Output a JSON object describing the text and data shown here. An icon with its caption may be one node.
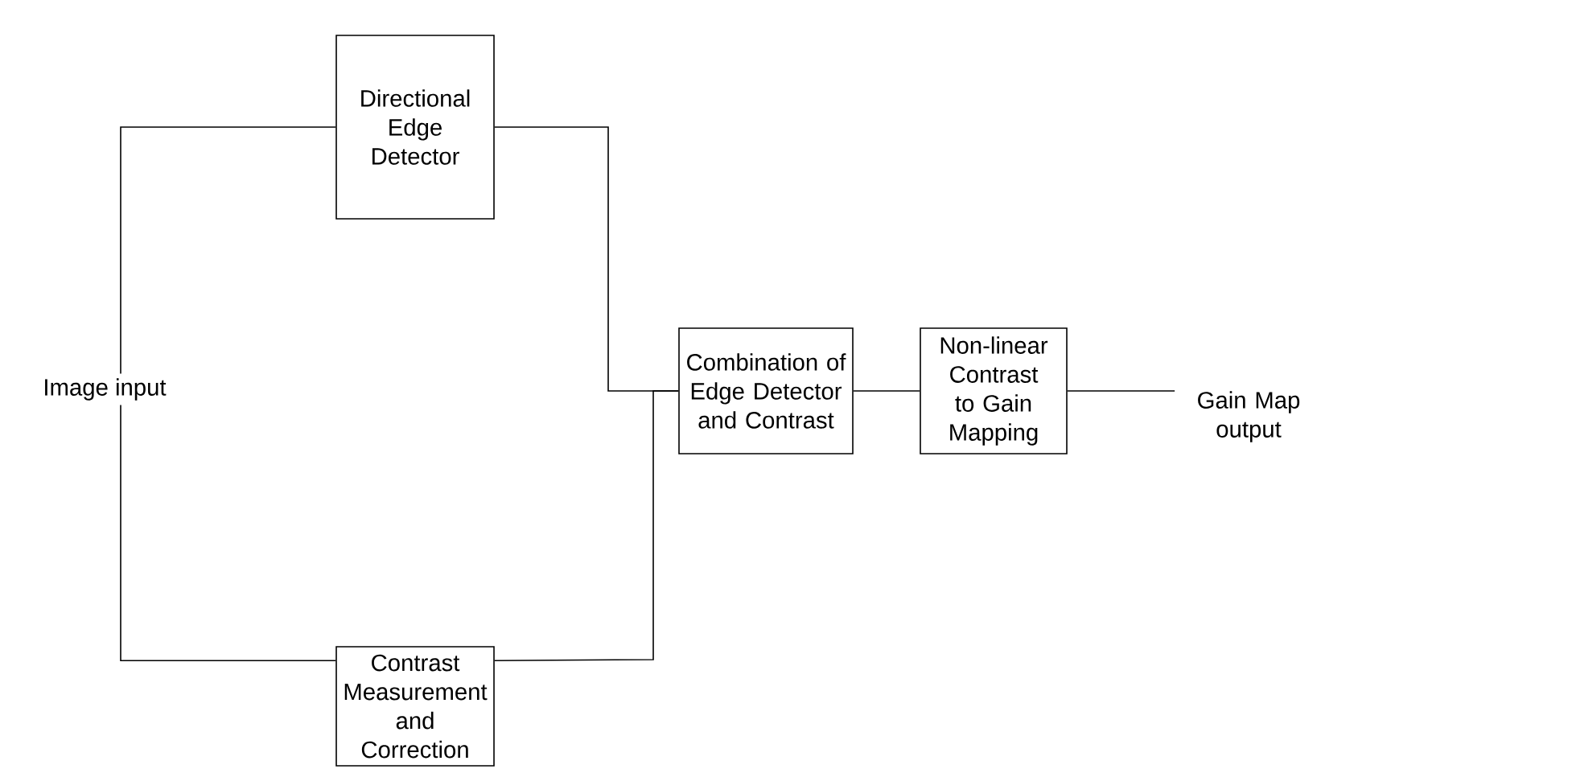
{
  "diagram": {
    "nodes": [
      {
        "text": [
          "Image input"
        ]
      },
      {
        "text": [
          "Directional Edge Detector"
        ]
      },
      {
        "text": [
          "Contrast Measurement and Correction"
        ]
      },
      {
        "text": [
          "Combination of Edge Detector and Contrast"
        ]
      },
      {
        "text": [
          "Non-linear Contrast to Gain Mapping"
        ]
      },
      {
        "text": [
          "Gain Map output"
        ]
      }
    ],
    "edges": [
      {
        "from": 0,
        "to": 1,
        "arrow": "none"
      },
      {
        "from": 0,
        "to": 2,
        "arrow": "none"
      },
      {
        "from": 1,
        "to": 3,
        "arrow": "none"
      },
      {
        "from": 2,
        "to": 3,
        "arrow": "none"
      },
      {
        "from": 3,
        "to": 4,
        "arrow": "none"
      },
      {
        "from": 4,
        "to": 5,
        "arrow": "none"
      }
    ]
  }
}
